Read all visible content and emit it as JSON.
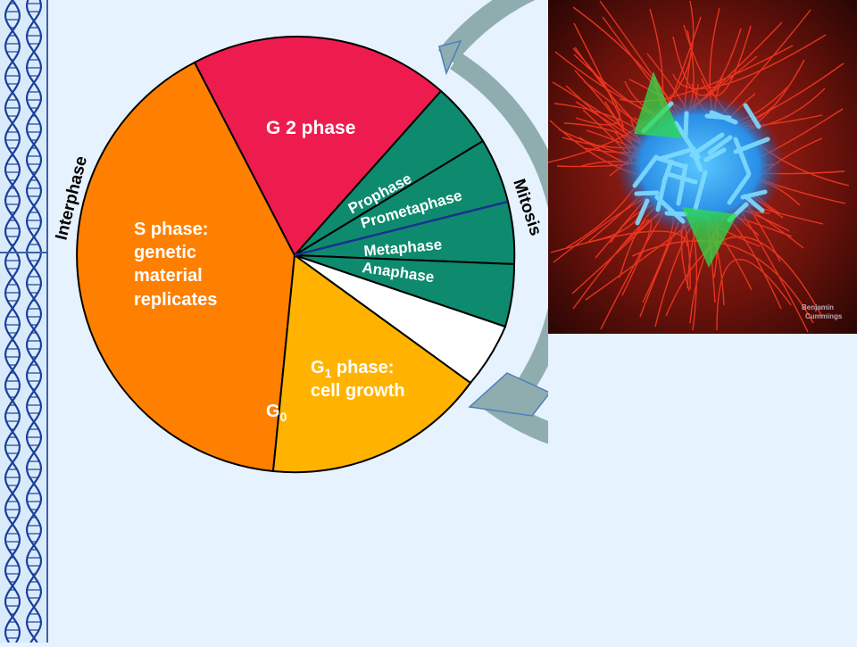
{
  "diagram": {
    "labels": {
      "interphase": "Interphase",
      "mitosis": "Mitosis",
      "g2": "G 2 phase",
      "s_phase": [
        "S phase:",
        "genetic",
        "material",
        "replicates"
      ],
      "g1_main": "G",
      "g1_sub": "1",
      "g1_rest": " phase:",
      "g1_line2": "cell growth",
      "g0_main": "G",
      "g0_sub": "0",
      "prophase": "Prophase",
      "prometaphase": "Prometaphase",
      "metaphase": "Metaphase",
      "anaphase": "Anaphase"
    },
    "colors": {
      "s_phase": "#ff8000",
      "g2": "#ee1c4e",
      "g1": "#ffb300",
      "mitosis": "#0e8a6e",
      "ring": "#8fadae",
      "background": "#e6f2fd",
      "dna": "#1b3f9a"
    }
  },
  "photo": {
    "credit": [
      "Benjamin",
      "Cummings"
    ]
  }
}
